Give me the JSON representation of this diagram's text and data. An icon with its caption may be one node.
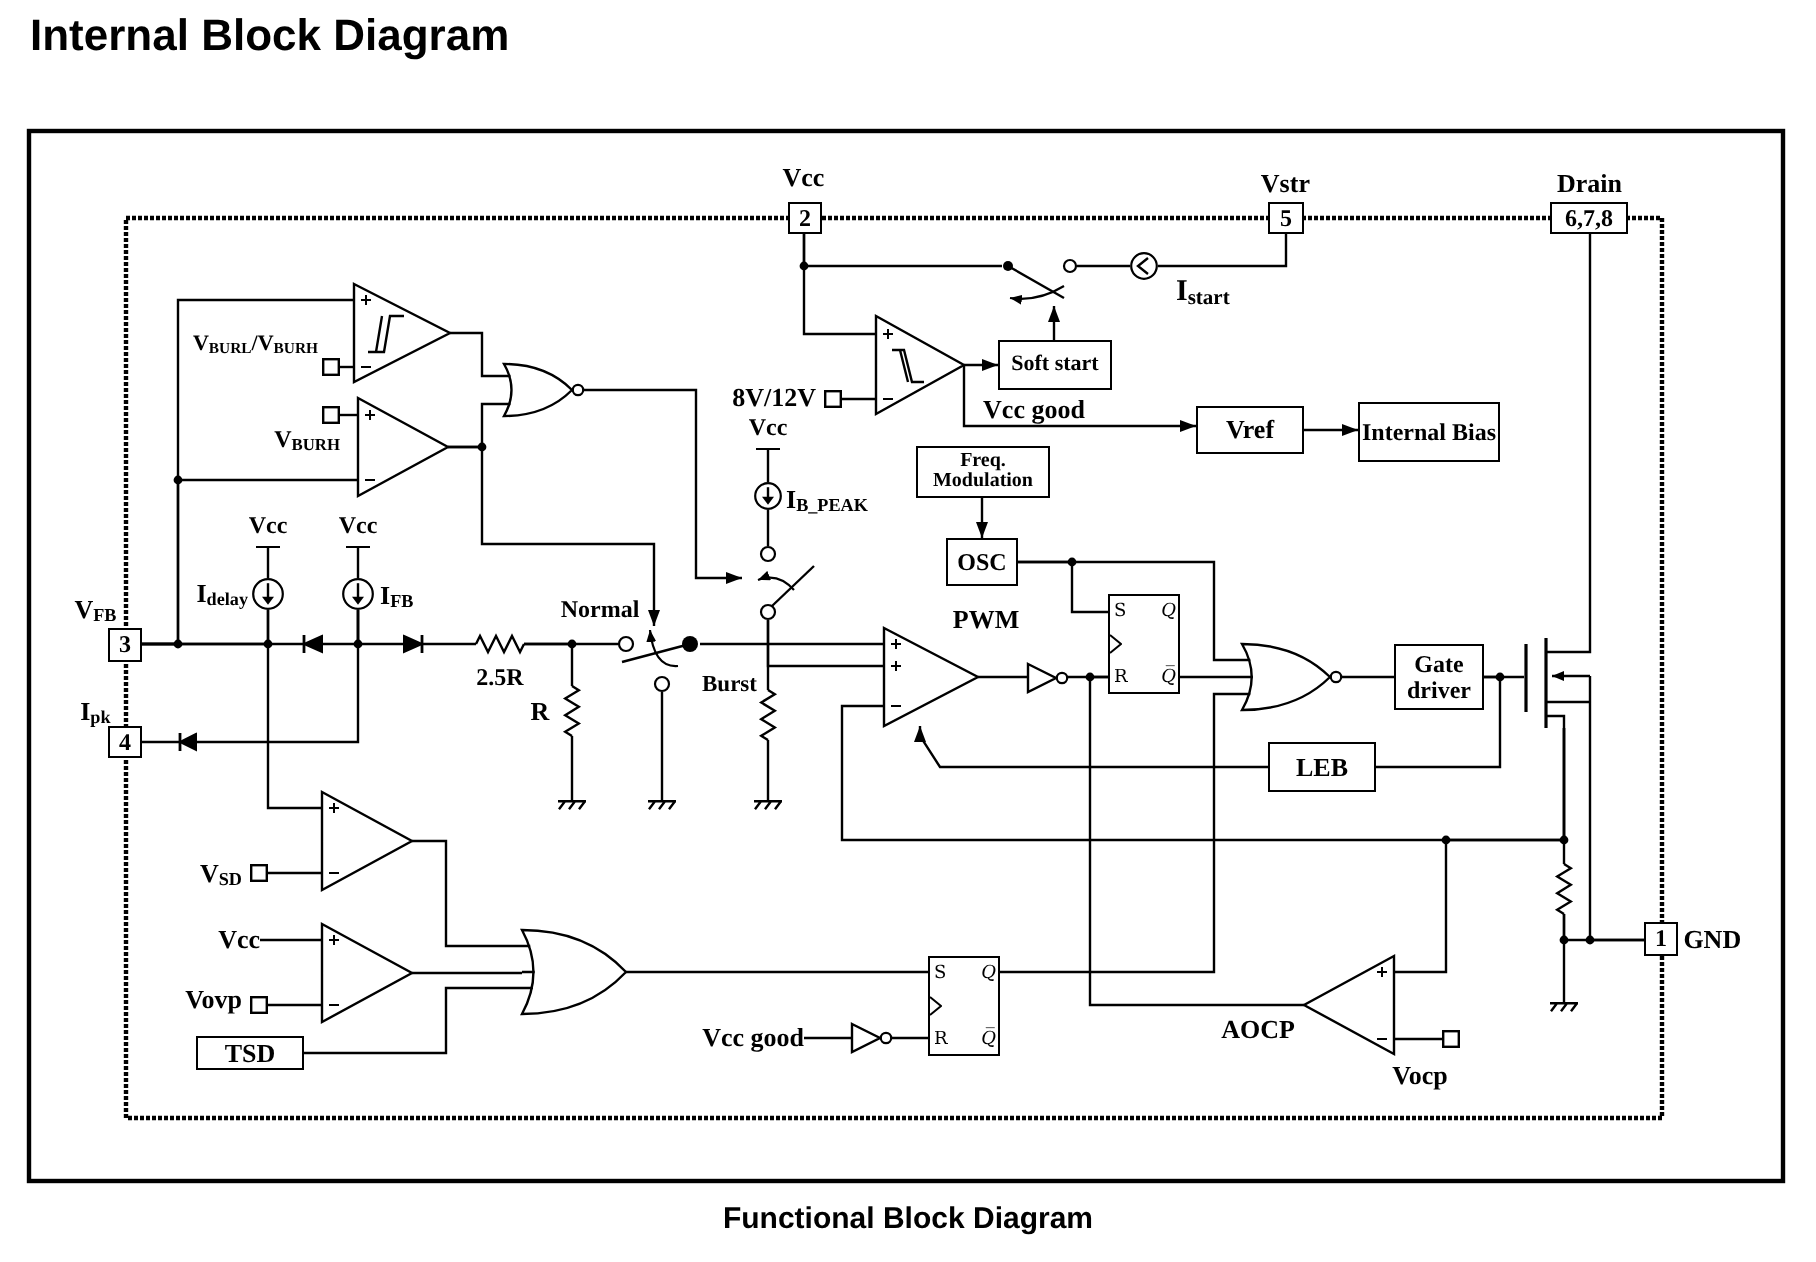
{
  "diagram": {
    "title": "Internal Block Diagram",
    "caption": "Functional Block Diagram",
    "nodes": [
      {
        "text": [
          "2"
        ],
        "beside": [
          "Vcc"
        ]
      },
      {
        "text": [
          "5"
        ],
        "beside": [
          "Vstr"
        ]
      },
      {
        "text": [
          "6,7,8"
        ],
        "beside": [
          "Drain"
        ]
      },
      {
        "text": [],
        "shape": "switch"
      },
      {
        "text": [],
        "shape": "circle",
        "beside": [
          "I$_{start}$"
        ]
      },
      {
        "text": [],
        "shape": "triangle"
      },
      {
        "text": [],
        "shape": "box",
        "beside": [
          "V$_{BURL}$/V$_{BURH}$"
        ]
      },
      {
        "text": [],
        "shape": "gate"
      },
      {
        "text": [],
        "shape": "triangle"
      },
      {
        "text": [
          "Soft start"
        ]
      },
      {
        "text": [],
        "shape": "box",
        "beside": [
          "8V/12V"
        ]
      },
      {
        "text": [],
        "shape": "box",
        "beside": [
          "V$_{BURH}$"
        ]
      },
      {
        "text": [],
        "shape": "triangle"
      },
      {
        "text": [
          "Vcc"
        ]
      },
      {
        "text": [
          "Vref"
        ]
      },
      {
        "text": [
          "Internal Bias"
        ]
      },
      {
        "text": [
          "Freq. Modulation"
        ]
      },
      {
        "text": [],
        "shape": "circle",
        "beside": [
          "I$_{B_PEAK}$"
        ]
      },
      {
        "text": [
          "Vcc"
        ]
      },
      {
        "text": [
          "Vcc"
        ]
      },
      {
        "text": [
          "OSC"
        ]
      },
      {
        "text": [],
        "shape": "switch"
      },
      {
        "text": [],
        "shape": "circle",
        "beside": [
          "I$_{delay}$"
        ]
      },
      {
        "text": [],
        "shape": "circle",
        "beside": [
          "I$_{FB}$"
        ]
      },
      {
        "text": [
          "S",
          "Q",
          "R",
          "Q̅"
        ]
      },
      {
        "text": [
          "3"
        ],
        "beside": [
          "V$_{FB}$"
        ]
      },
      {
        "text": [],
        "shape": "diode"
      },
      {
        "text": [],
        "shape": "diode"
      },
      {
        "text": [],
        "shape": "resistor",
        "beside": [
          "2.5R"
        ]
      },
      {
        "text": [],
        "shape": "switch",
        "beside": [
          "Normal",
          "Burst"
        ]
      },
      {
        "text": [],
        "shape": "triangle",
        "beside": [
          "PWM"
        ]
      },
      {
        "text": [],
        "shape": "triangle"
      },
      {
        "text": [],
        "shape": "gate"
      },
      {
        "text": [
          "Gate driver"
        ]
      },
      {
        "text": [],
        "shape": "transistor"
      },
      {
        "text": [],
        "shape": "resistor",
        "beside": [
          "R"
        ]
      },
      {
        "text": [],
        "shape": "resistor"
      },
      {
        "text": [
          "4"
        ],
        "beside": [
          "I$_{pk}$"
        ]
      },
      {
        "text": [],
        "shape": "diode"
      },
      {
        "text": [
          "LEB"
        ]
      },
      {
        "text": [],
        "shape": "ground"
      },
      {
        "text": [],
        "shape": "ground"
      },
      {
        "text": [],
        "shape": "ground"
      },
      {
        "text": [],
        "shape": "box",
        "beside": [
          "V$_{SD}$"
        ]
      },
      {
        "text": [],
        "shape": "triangle"
      },
      {
        "text": [],
        "shape": "resistor"
      },
      {
        "text": [
          "Vcc"
        ]
      },
      {
        "text": [],
        "shape": "box",
        "beside": [
          "Vovp"
        ]
      },
      {
        "text": [],
        "shape": "triangle"
      },
      {
        "text": [],
        "shape": "gate"
      },
      {
        "text": [
          "S",
          "Q",
          "R",
          "Q̅"
        ]
      },
      {
        "text": [],
        "shape": "triangle",
        "beside": [
          "AOCP"
        ]
      },
      {
        "text": [
          "1"
        ],
        "beside": [
          "GND"
        ]
      },
      {
        "text": [],
        "shape": "ground"
      },
      {
        "text": [],
        "shape": "box",
        "beside": [
          "Vocp"
        ]
      },
      {
        "text": [
          "TSD"
        ]
      },
      {
        "text": [
          "Vcc good"
        ]
      },
      {
        "text": [],
        "shape": "triangle"
      }
    ],
    "edges": [
      {
        "from": 0,
        "to": 3,
        "arrow": "none"
      },
      {
        "from": 0,
        "to": 8,
        "arrow": "none"
      },
      {
        "from": 4,
        "to": 3,
        "arrow": "none"
      },
      {
        "from": 1,
        "to": 4,
        "arrow": "none"
      },
      {
        "from": 25,
        "to": 5,
        "arrow": "none"
      },
      {
        "from": 25,
        "to": 12,
        "arrow": "none"
      },
      {
        "from": 6,
        "to": 5,
        "arrow": "none"
      },
      {
        "from": 5,
        "to": 7,
        "arrow": "none"
      },
      {
        "from": 11,
        "to": 12,
        "arrow": "none"
      },
      {
        "from": 12,
        "to": 7,
        "arrow": "none"
      },
      {
        "from": 12,
        "to": 29,
        "arrow": "to"
      },
      {
        "from": 7,
        "to": 21,
        "arrow": "to"
      },
      {
        "from": 10,
        "to": 8,
        "arrow": "none"
      },
      {
        "from": 8,
        "to": 9,
        "arrow": "to"
      },
      {
        "from": 9,
        "to": 3,
        "arrow": "to"
      },
      {
        "from": 8,
        "to": 14,
        "label": "Vcc good",
        "arrow": "to"
      },
      {
        "from": 14,
        "to": 15,
        "arrow": "to"
      },
      {
        "from": 16,
        "to": 20,
        "arrow": "to"
      },
      {
        "from": 13,
        "to": 17,
        "arrow": "none"
      },
      {
        "from": 17,
        "to": 21,
        "arrow": "none"
      },
      {
        "from": 18,
        "to": 22,
        "arrow": "none"
      },
      {
        "from": 19,
        "to": 23,
        "arrow": "none"
      },
      {
        "from": 22,
        "to": 25,
        "arrow": "none"
      },
      {
        "from": 22,
        "to": 44,
        "arrow": "none"
      },
      {
        "from": 25,
        "to": 26,
        "arrow": "none"
      },
      {
        "from": 23,
        "to": 26,
        "arrow": "none"
      },
      {
        "from": 23,
        "to": 27,
        "arrow": "none"
      },
      {
        "from": 23,
        "to": 38,
        "arrow": "none"
      },
      {
        "from": 38,
        "to": 37,
        "arrow": "none"
      },
      {
        "from": 27,
        "to": 28,
        "arrow": "none"
      },
      {
        "from": 28,
        "to": 29,
        "arrow": "none"
      },
      {
        "from": 28,
        "to": 35,
        "arrow": "none"
      },
      {
        "from": 35,
        "to": 40,
        "arrow": "none"
      },
      {
        "from": 29,
        "to": 41,
        "arrow": "none"
      },
      {
        "from": 29,
        "to": 30,
        "arrow": "none"
      },
      {
        "from": 21,
        "to": 30,
        "arrow": "none"
      },
      {
        "from": 21,
        "to": 36,
        "arrow": "none"
      },
      {
        "from": 36,
        "to": 42,
        "arrow": "none"
      },
      {
        "from": 34,
        "to": 30,
        "arrow": "none"
      },
      {
        "from": 39,
        "to": 30,
        "arrow": "to"
      },
      {
        "from": 30,
        "to": 31,
        "arrow": "none"
      },
      {
        "from": 31,
        "to": 24,
        "arrow": "none"
      },
      {
        "from": 51,
        "to": 24,
        "arrow": "none"
      },
      {
        "from": 20,
        "to": 24,
        "arrow": "none"
      },
      {
        "from": 20,
        "to": 32,
        "arrow": "none"
      },
      {
        "from": 24,
        "to": 32,
        "arrow": "none"
      },
      {
        "from": 50,
        "to": 32,
        "arrow": "none"
      },
      {
        "from": 32,
        "to": 33,
        "arrow": "none"
      },
      {
        "from": 33,
        "to": 34,
        "arrow": "none"
      },
      {
        "from": 33,
        "to": 39,
        "arrow": "none"
      },
      {
        "from": 34,
        "to": 2,
        "arrow": "none"
      },
      {
        "from": 34,
        "to": 45,
        "arrow": "none"
      },
      {
        "from": 34,
        "to": 51,
        "arrow": "none"
      },
      {
        "from": 34,
        "to": 52,
        "arrow": "none"
      },
      {
        "from": 45,
        "to": 52,
        "arrow": "none"
      },
      {
        "from": 45,
        "to": 53,
        "arrow": "none"
      },
      {
        "from": 43,
        "to": 44,
        "arrow": "none"
      },
      {
        "from": 44,
        "to": 49,
        "arrow": "none"
      },
      {
        "from": 46,
        "to": 48,
        "arrow": "none"
      },
      {
        "from": 47,
        "to": 48,
        "arrow": "none"
      },
      {
        "from": 48,
        "to": 49,
        "arrow": "none"
      },
      {
        "from": 55,
        "to": 49,
        "arrow": "none"
      },
      {
        "from": 49,
        "to": 50,
        "arrow": "none"
      },
      {
        "from": 56,
        "to": 57,
        "arrow": "none"
      },
      {
        "from": 57,
        "to": 50,
        "arrow": "none"
      },
      {
        "from": 54,
        "to": 51,
        "arrow": "none"
      }
    ]
  }
}
